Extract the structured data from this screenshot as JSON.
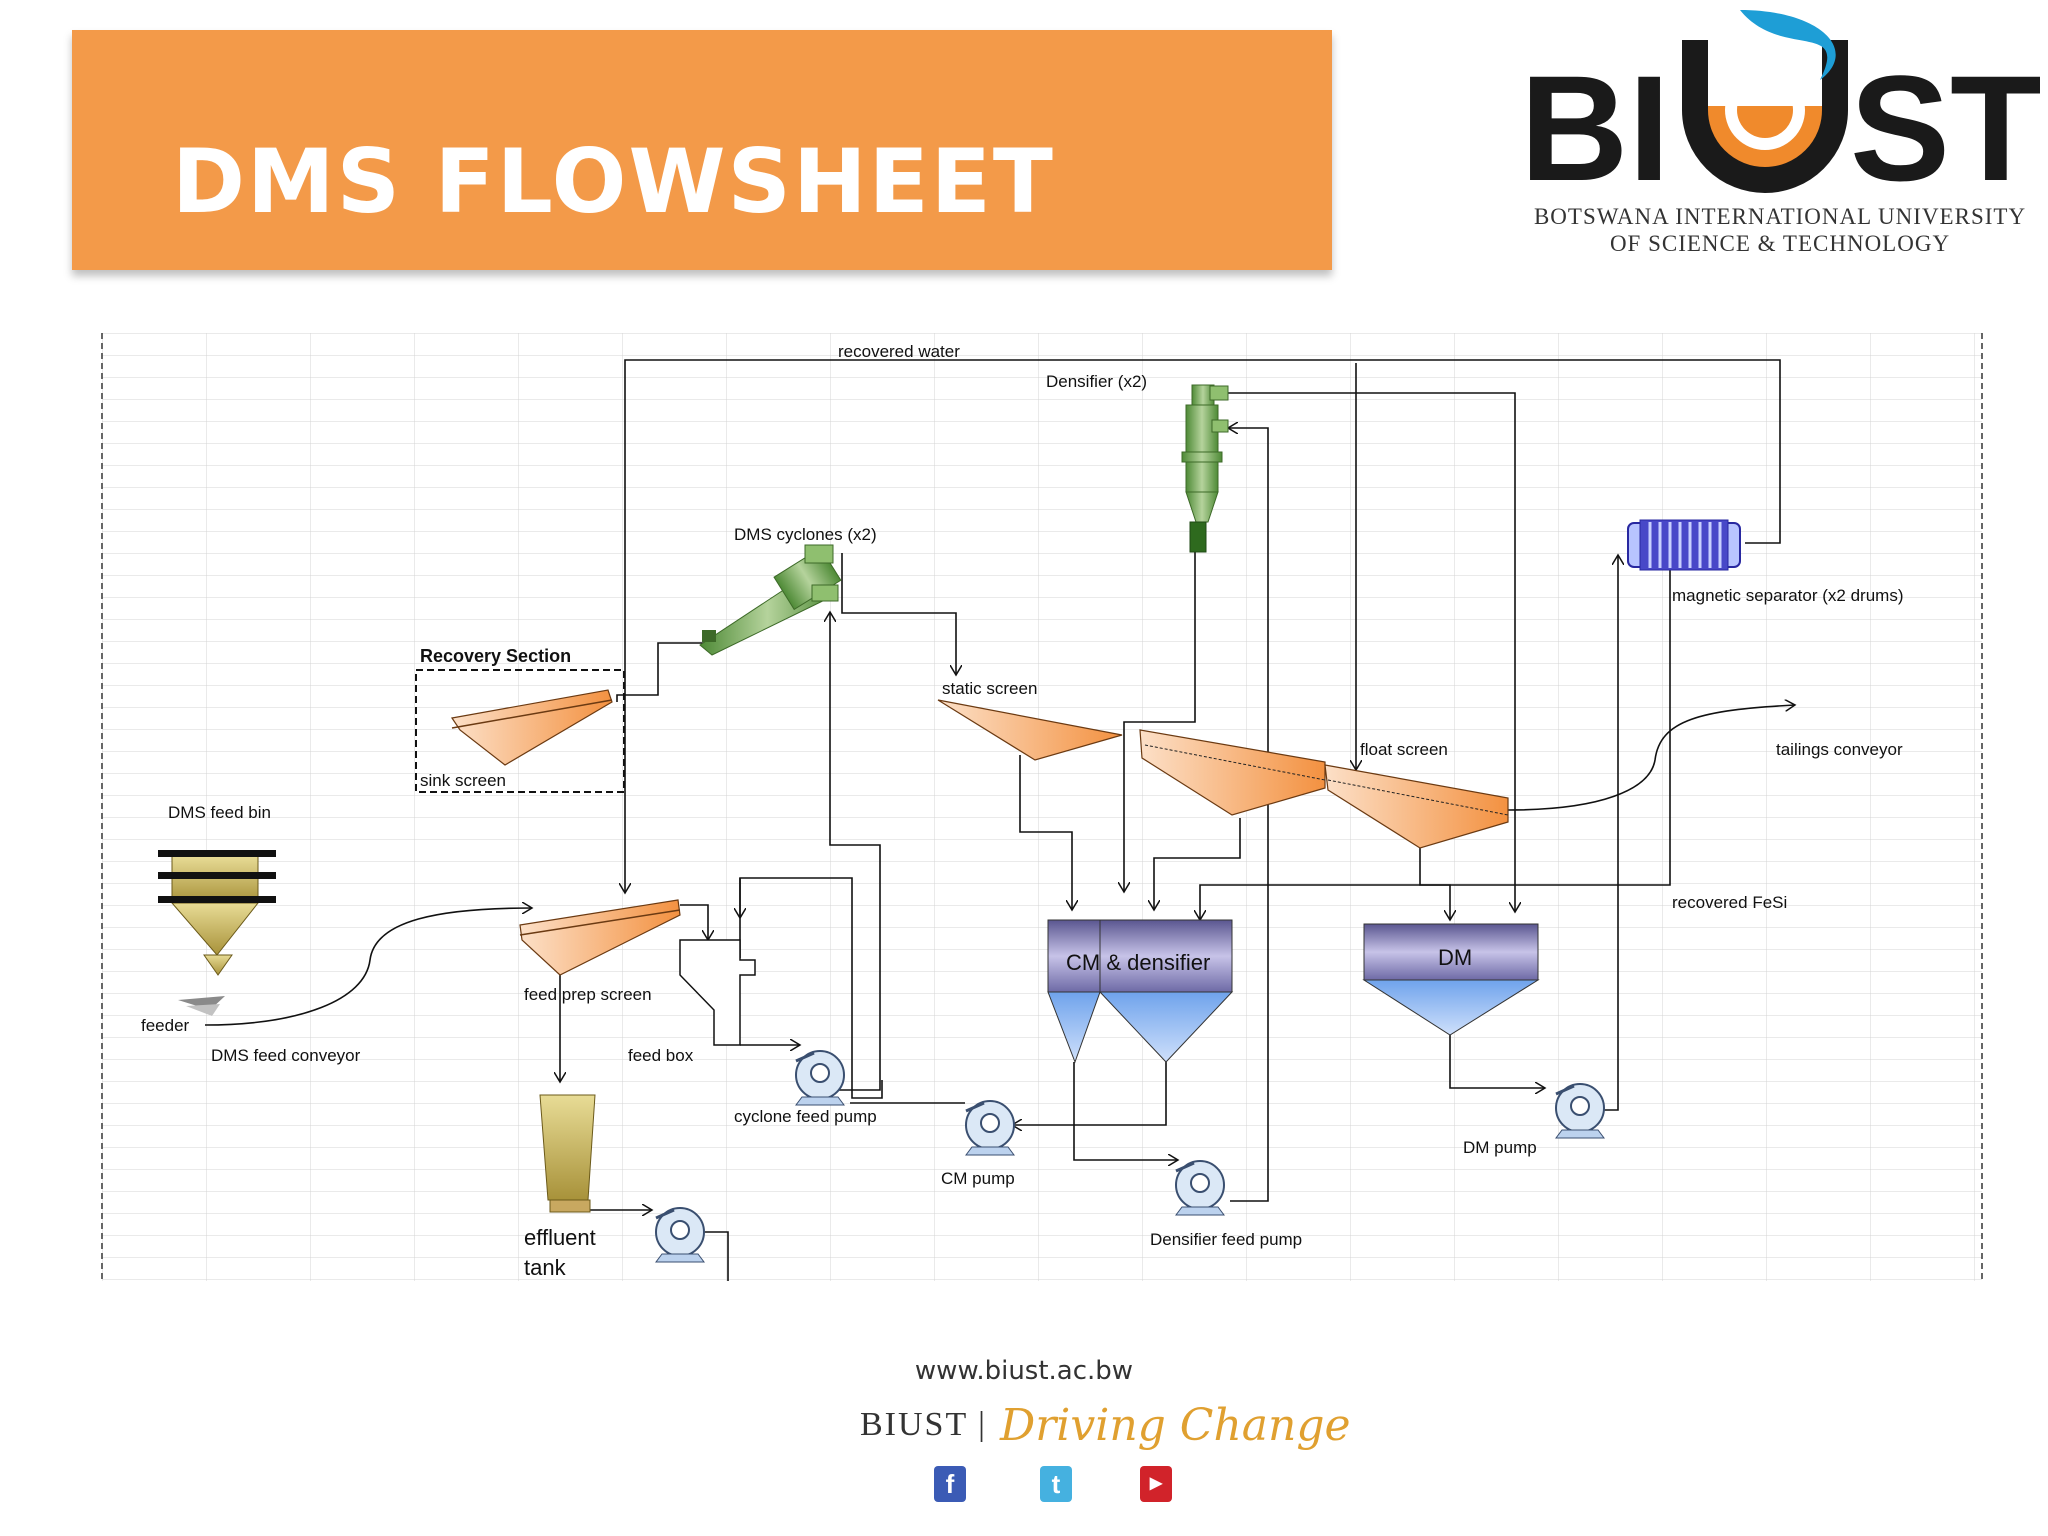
{
  "slide": {
    "title": "DMS FLOWSHEET"
  },
  "logo": {
    "wordmark": "BIUST",
    "line1": "BOTSWANA INTERNATIONAL UNIVERSITY",
    "line2": "OF SCIENCE & TECHNOLOGY",
    "colors": {
      "dark": "#1a1a1a",
      "orange": "#f08a2c",
      "blue": "#1e9ed6"
    }
  },
  "diagram": {
    "labels": {
      "recovered_water": "recovered water",
      "densifier": "Densifier (x2)",
      "dms_cyclones": "DMS cyclones (x2)",
      "magnetic_separator": "magnetic separator (x2 drums)",
      "recovery_section": "Recovery Section",
      "static_screen": "static screen",
      "sink_screen": "sink screen",
      "float_screen": "float screen",
      "tailings_conveyor": "tailings conveyor",
      "dms_feed_bin": "DMS feed bin",
      "recovered_fesi": "recovered FeSi",
      "cm_densifier": "CM & densifier",
      "dm": "DM",
      "feed_prep_screen": "feed prep screen",
      "feeder": "feeder",
      "dms_feed_conveyor": "DMS feed conveyor",
      "feed_box": "feed box",
      "cyclone_feed_pump": "cyclone feed pump",
      "cm_pump": "CM pump",
      "dm_pump": "DM pump",
      "effluent_1": "effluent",
      "effluent_2": "tank",
      "densifier_feed_pump": "Densifier feed pump"
    },
    "colors": {
      "screen": "#f7a05a",
      "cyclone": "#7fb35f",
      "bin": "#c8b55a",
      "tank_top": "#7872a8",
      "tank_cone": "#8fb7ee",
      "separator": "#4848c8",
      "pump": "#a9c4e6"
    }
  },
  "footer": {
    "url": "www.biust.ac.bw",
    "brand": "BIUST |",
    "tagline": "Driving Change",
    "social": [
      {
        "name": "facebook",
        "glyph": "f",
        "color": "#3b5bb5"
      },
      {
        "name": "twitter",
        "glyph": "t",
        "color": "#45b1e0"
      },
      {
        "name": "youtube",
        "glyph": "▶",
        "color": "#d1232a"
      }
    ]
  }
}
